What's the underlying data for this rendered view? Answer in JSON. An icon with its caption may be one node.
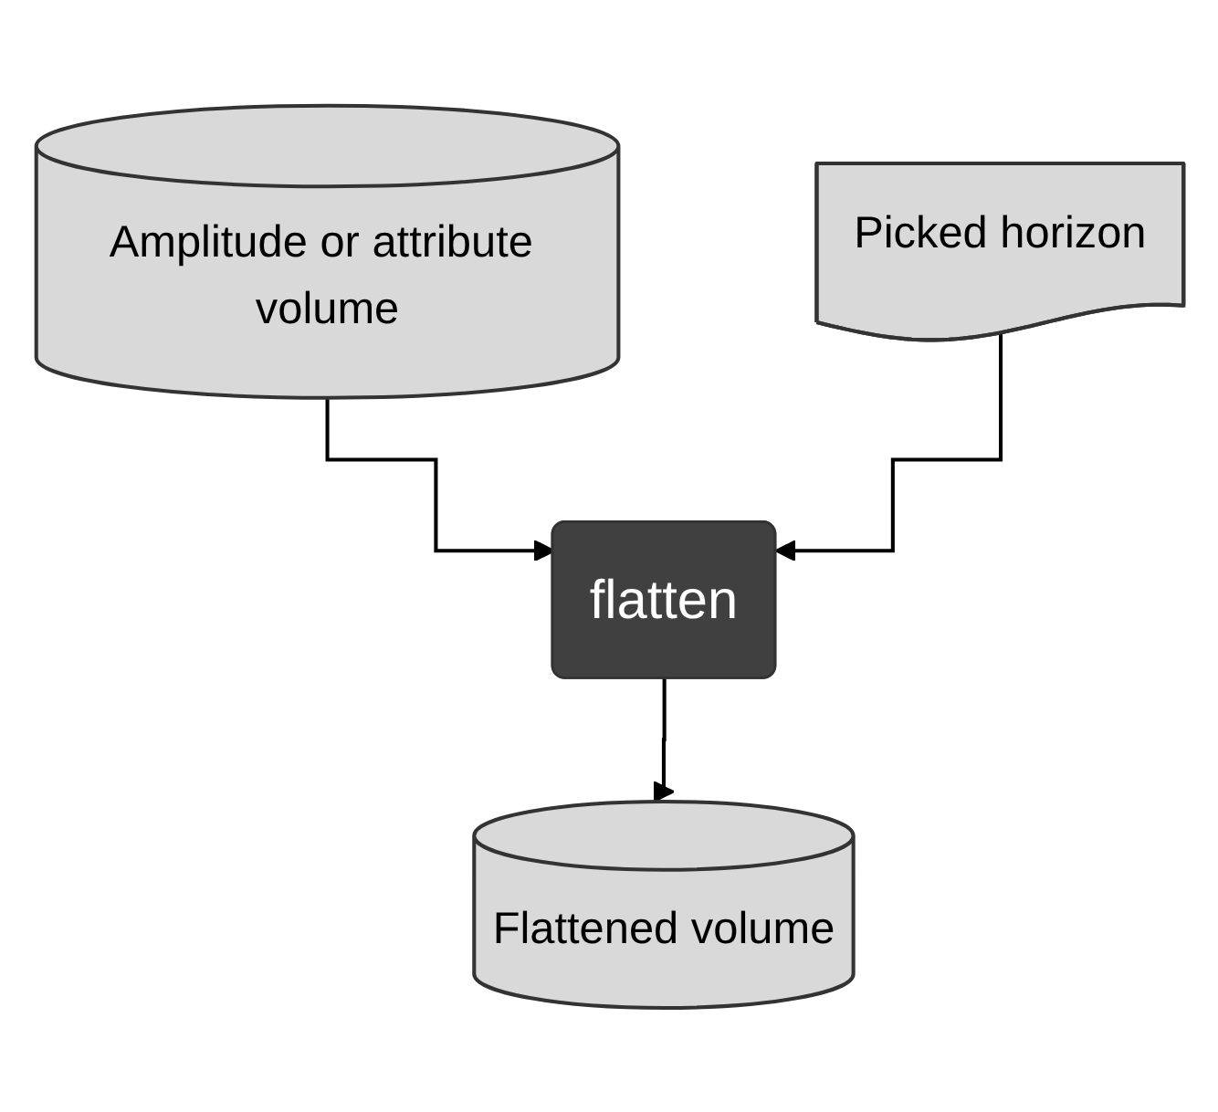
{
  "diagram": {
    "nodes": [
      {
        "text": [
          "Amplitude or attribute volume"
        ]
      },
      {
        "text": [
          "Picked horizon"
        ]
      },
      {
        "text": [
          "flatten"
        ]
      },
      {
        "text": [
          "Flattened volume"
        ]
      }
    ],
    "edges": [
      {
        "from": 0,
        "to": 2,
        "arrow": "to"
      },
      {
        "from": 1,
        "to": 2,
        "arrow": "to"
      },
      {
        "from": 2,
        "to": 3,
        "arrow": "to"
      }
    ]
  }
}
